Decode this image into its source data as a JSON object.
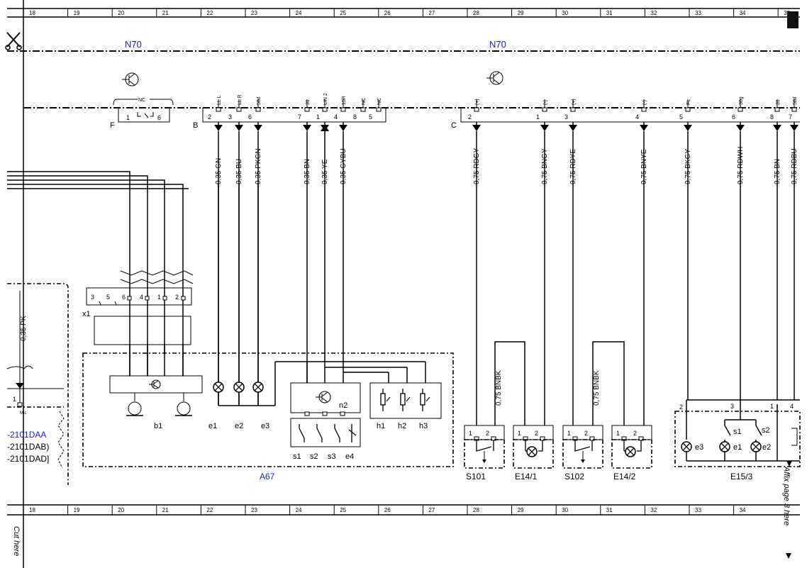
{
  "ruler": {
    "top": [
      "18",
      "19",
      "20",
      "21",
      "22",
      "23",
      "24",
      "25",
      "26",
      "27",
      "28",
      "29",
      "30",
      "31",
      "32",
      "33",
      "34",
      "35"
    ],
    "bottom": [
      "18",
      "19",
      "20",
      "21",
      "22",
      "23",
      "24",
      "25",
      "26",
      "27",
      "28",
      "29",
      "30",
      "31",
      "32",
      "33",
      "34"
    ]
  },
  "side_text": {
    "cut_here": "Cut here",
    "affix": "Affix page 3 here"
  },
  "modules": {
    "left": "N70",
    "right": "N70",
    "a67": "A67"
  },
  "connectors": {
    "F": "F",
    "F_nc": "NC",
    "F_pins": [
      "1",
      "6"
    ],
    "B": "B",
    "C": "C",
    "x1": "x1",
    "x1_pins": [
      "3",
      "5",
      "6",
      "4",
      "1",
      "2"
    ]
  },
  "b_pins": [
    {
      "num": "2",
      "sig": "LL L",
      "wire": "0,35 GN"
    },
    {
      "num": "3",
      "sig": "LL R",
      "wire": "0,35 BU"
    },
    {
      "num": "6",
      "sig": "58d",
      "wire": "0,35 PKGN"
    },
    {
      "num": "7",
      "sig": "31",
      "wire": "0,35 BN"
    },
    {
      "num": "1",
      "sig": "LIN 2",
      "wire": "0,35 YE"
    },
    {
      "num": "4",
      "sig": "15R",
      "wire": "0,35 GYBU"
    },
    {
      "num": "8",
      "sig": "NC",
      "wire": ""
    },
    {
      "num": "5",
      "sig": "NC",
      "wire": ""
    }
  ],
  "c_pins": [
    {
      "num": "2",
      "sig": "(+)",
      "wire": "0,75 RDGY"
    },
    {
      "num": "1",
      "sig": "(-)",
      "wire": "0,75 BNGY"
    },
    {
      "num": "3",
      "sig": "(+)",
      "wire": "0,75 RDYE"
    },
    {
      "num": "4",
      "sig": "(-)",
      "wire": "0,75 BNYE"
    },
    {
      "num": "5",
      "sig": "FL",
      "wire": "0,75 BKGY"
    },
    {
      "num": "6",
      "sig": "30g",
      "wire": "0,75 RDWH"
    },
    {
      "num": "8",
      "sig": "31",
      "wire": "0,75 BN"
    },
    {
      "num": "7",
      "sig": "58d",
      "wire": "0,75 RDBU"
    }
  ],
  "a67_parts": {
    "b1": "b1",
    "e1": "e1",
    "e2": "e2",
    "e3": "e3",
    "n2": "n2",
    "h1": "h1",
    "h2": "h2",
    "h3": "h3",
    "s1": "s1",
    "s2": "s2",
    "s3": "s3",
    "e4": "e4"
  },
  "right_parts": {
    "S101": "S101",
    "E14_1": "E14/1",
    "S102": "S102",
    "E14_2": "E14/2",
    "E15_3": "E15/3",
    "bnbk": "0,75 BNBK",
    "e15_pins": [
      "2",
      "3",
      "1",
      "4"
    ],
    "e15_labels": [
      "e3",
      "e1",
      "s1",
      "e2",
      "s2"
    ],
    "pin1": "1",
    "pin2": "2"
  },
  "left_side": {
    "wire": "0,35 PK",
    "pin": "1",
    "mic": "Mic",
    "codes": [
      "-2101DAA",
      "-2101DAB)",
      "-2101DAD]"
    ]
  }
}
